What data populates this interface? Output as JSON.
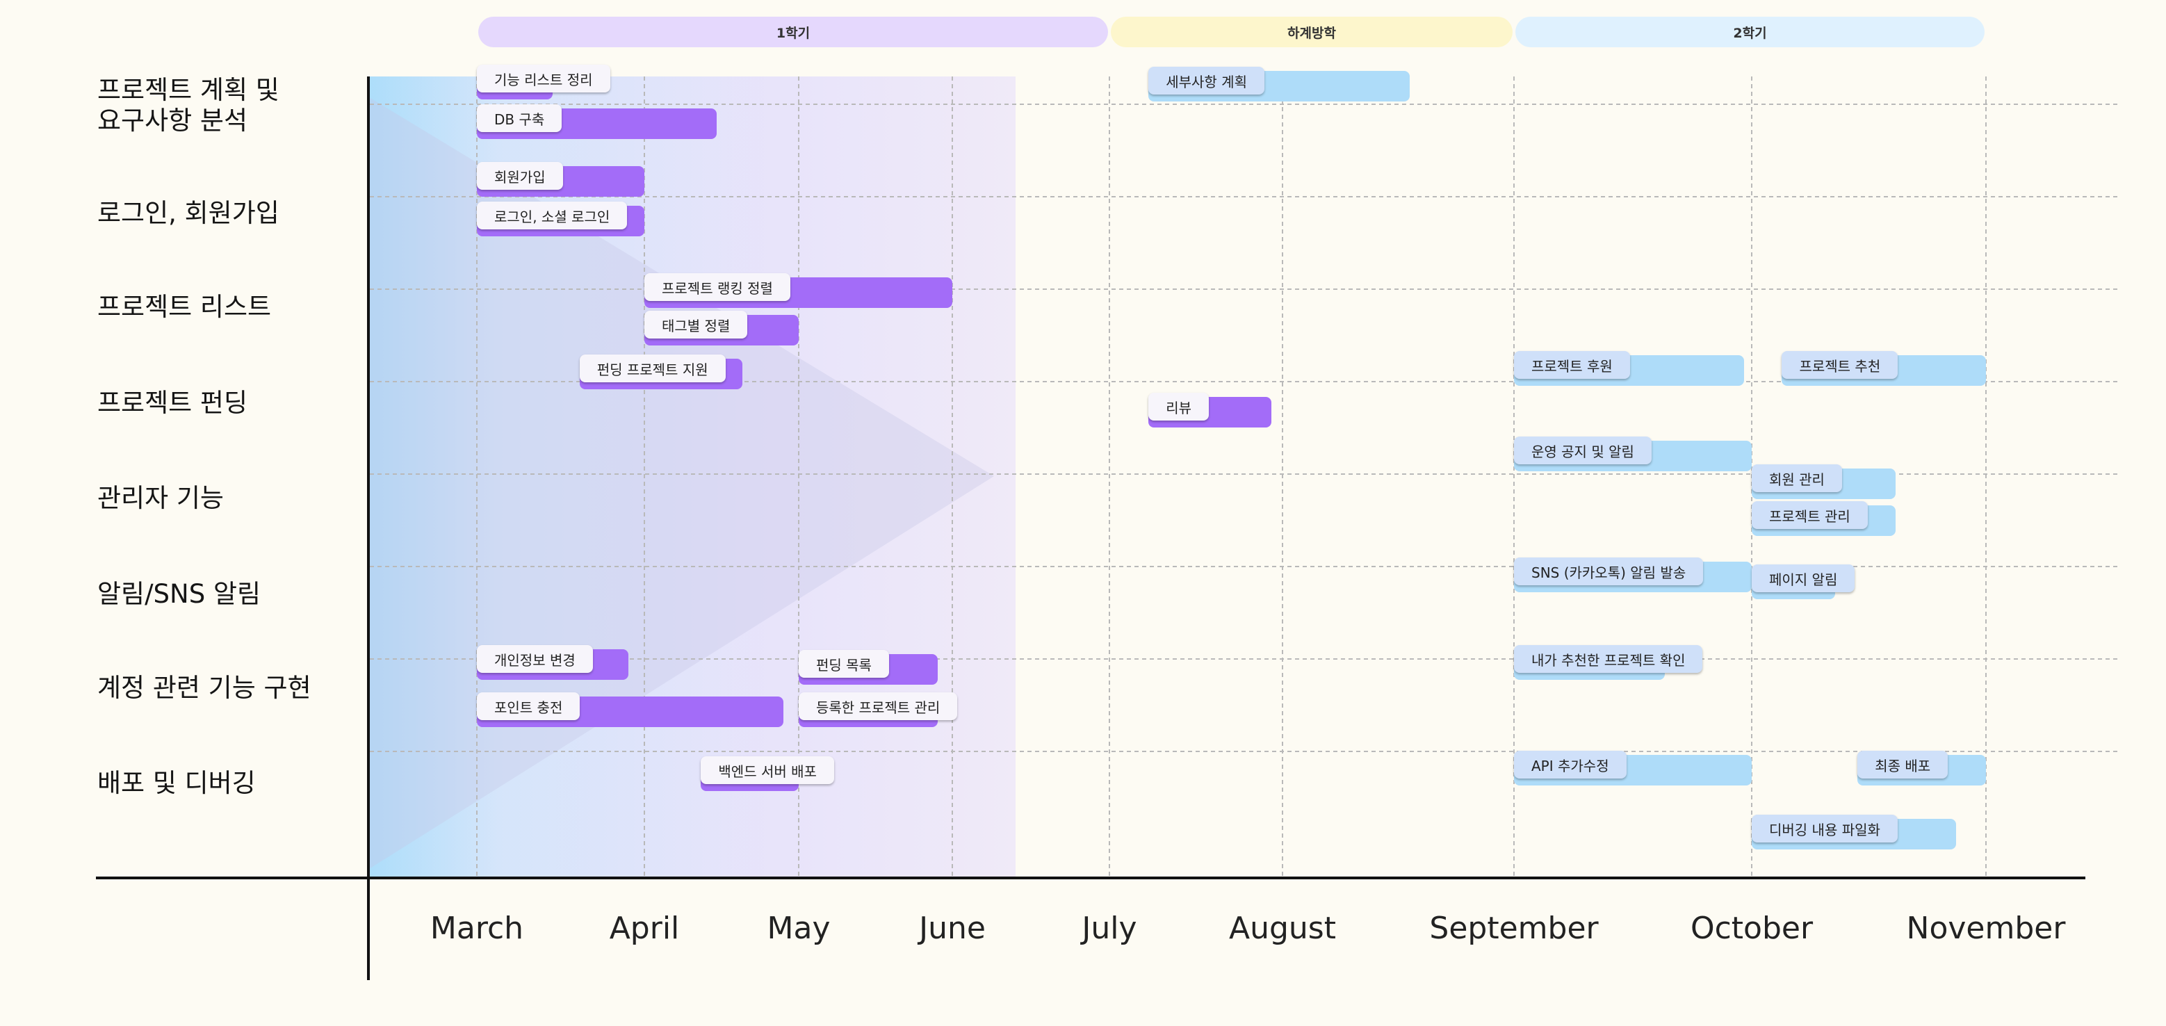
{
  "colors": {
    "purple_bar": "#a36cf8",
    "blue_bar": "#aedcf9",
    "phase1": "#e5d8fd",
    "summer": "#fdf6cc",
    "phase2": "#dff1fe"
  },
  "chart_data": {
    "type": "gantt",
    "months": [
      "March",
      "April",
      "May",
      "June",
      "July",
      "August",
      "September",
      "October",
      "November"
    ],
    "phases": [
      {
        "label": "1학기",
        "start": "March",
        "end": "July",
        "color": "#e5d8fd"
      },
      {
        "label": "하계방학",
        "start": "July",
        "end": "September",
        "color": "#fdf6cc"
      },
      {
        "label": "2학기",
        "start": "September",
        "end": "November",
        "color": "#dff1fe"
      }
    ],
    "categories": [
      "프로젝트 계획 및\n요구사항 분석",
      "로그인, 회원가입",
      "프로젝트 리스트",
      "프로젝트 펀딩",
      "관리자 기능",
      "알림/SNS 알림",
      "계정 관련 기능 구현",
      "배포 및 디버깅"
    ],
    "tasks": [
      {
        "label": "기능 리스트 정리",
        "category": 0,
        "start": "2024-03-01",
        "end": "2024-03-15",
        "color": "purple"
      },
      {
        "label": "DB 구축",
        "category": 0,
        "start": "2024-03-01",
        "end": "2024-04-15",
        "color": "purple"
      },
      {
        "label": "세부사항 계획",
        "category": 0,
        "start": "2024-07-08",
        "end": "2024-08-18",
        "color": "blue"
      },
      {
        "label": "회원가입",
        "category": 1,
        "start": "2024-03-01",
        "end": "2024-04-01",
        "color": "purple"
      },
      {
        "label": "로그인, 소셜 로그인",
        "category": 1,
        "start": "2024-03-01",
        "end": "2024-04-01",
        "color": "purple"
      },
      {
        "label": "프로젝트 랭킹 정렬",
        "category": 2,
        "start": "2024-04-01",
        "end": "2024-06-01",
        "color": "purple"
      },
      {
        "label": "태그별 정렬",
        "category": 2,
        "start": "2024-04-01",
        "end": "2024-05-01",
        "color": "purple"
      },
      {
        "label": "펀딩 프로젝트 지원",
        "category": 3,
        "start": "2024-03-20",
        "end": "2024-04-20",
        "color": "purple"
      },
      {
        "label": "리뷰",
        "category": 3,
        "start": "2024-07-08",
        "end": "2024-07-30",
        "color": "purple"
      },
      {
        "label": "프로젝트 후원",
        "category": 3,
        "start": "2024-09-01",
        "end": "2024-09-30",
        "color": "blue"
      },
      {
        "label": "프로젝트 추천",
        "category": 3,
        "start": "2024-10-05",
        "end": "2024-11-01",
        "color": "blue"
      },
      {
        "label": "운영 공지 및 알림",
        "category": 4,
        "start": "2024-09-01",
        "end": "2024-10-01",
        "color": "blue"
      },
      {
        "label": "회원 관리",
        "category": 4,
        "start": "2024-10-01",
        "end": "2024-10-20",
        "color": "blue"
      },
      {
        "label": "프로젝트 관리",
        "category": 4,
        "start": "2024-10-01",
        "end": "2024-10-20",
        "color": "blue"
      },
      {
        "label": "SNS (카카오톡) 알림 발송",
        "category": 5,
        "start": "2024-09-01",
        "end": "2024-10-01",
        "color": "blue"
      },
      {
        "label": "페이지 알림",
        "category": 5,
        "start": "2024-10-01",
        "end": "2024-10-12",
        "color": "blue"
      },
      {
        "label": "개인정보 변경",
        "category": 6,
        "start": "2024-03-01",
        "end": "2024-03-29",
        "color": "purple"
      },
      {
        "label": "포인트 충전",
        "category": 6,
        "start": "2024-03-01",
        "end": "2024-04-28",
        "color": "purple"
      },
      {
        "label": "펀딩 목록",
        "category": 6,
        "start": "2024-05-01",
        "end": "2024-05-29",
        "color": "purple"
      },
      {
        "label": "등록한 프로젝트 관리",
        "category": 6,
        "start": "2024-05-01",
        "end": "2024-05-29",
        "color": "purple"
      },
      {
        "label": "내가 추천한 프로젝트 확인",
        "category": 6,
        "start": "2024-09-01",
        "end": "2024-09-20",
        "color": "blue"
      },
      {
        "label": "백엔드 서버 배포",
        "category": 7,
        "start": "2024-04-12",
        "end": "2024-05-01",
        "color": "purple"
      },
      {
        "label": "API 추가수정",
        "category": 7,
        "start": "2024-09-01",
        "end": "2024-10-01",
        "color": "blue"
      },
      {
        "label": "최종 배포",
        "category": 7,
        "start": "2024-10-15",
        "end": "2024-11-01",
        "color": "blue"
      },
      {
        "label": "디버깅 내용 파일화",
        "category": 7,
        "start": "2024-10-01",
        "end": "2024-10-28",
        "color": "blue"
      }
    ]
  }
}
